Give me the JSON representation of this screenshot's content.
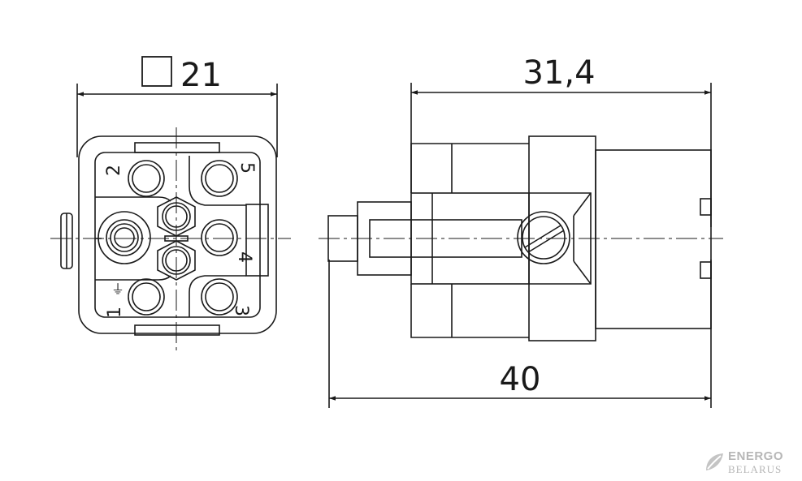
{
  "dimensions": {
    "square_size": "21",
    "length_upper": "31,4",
    "length_total": "40"
  },
  "pins": {
    "p1": "1",
    "p2": "2",
    "p3": "3",
    "p4": "4",
    "p5": "5",
    "earth": "⏚"
  },
  "logo": {
    "line1": "ENERGO",
    "line2": "BELARUS"
  },
  "colors": {
    "line": "#1a1a1a",
    "logo": "#b7b7b7"
  }
}
